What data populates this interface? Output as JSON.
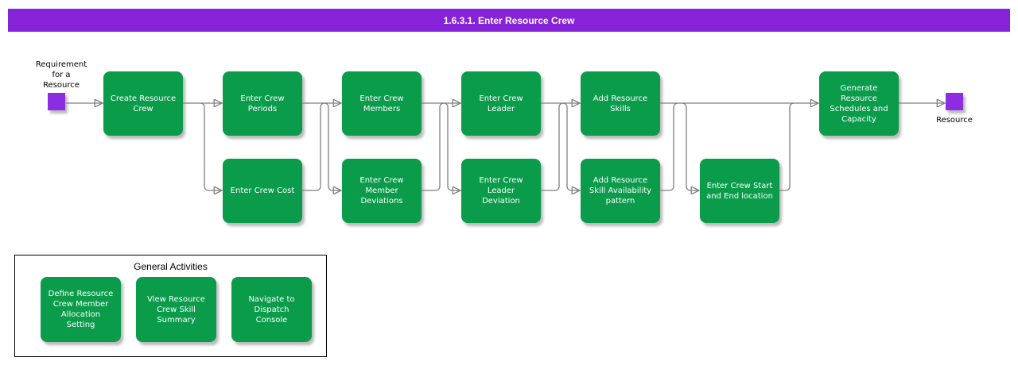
{
  "title_bar": {
    "title": "1.6.3.1. Enter Resource Crew"
  },
  "flow": {
    "start": {
      "label": "Requirement\nfor a\nResource"
    },
    "end": {
      "label": "Resource"
    },
    "top_row": [
      {
        "label": "Create Resource\nCrew"
      },
      {
        "label": "Enter Crew\nPeriods"
      },
      {
        "label": "Enter Crew\nMembers"
      },
      {
        "label": "Enter Crew\nLeader"
      },
      {
        "label": "Add Resource\nSkills"
      },
      {
        "label": "Generate\nResource\nSchedules and\nCapacity"
      }
    ],
    "bottom_row": [
      {
        "label": "Enter Crew Cost"
      },
      {
        "label": "Enter Crew\nMember\nDeviations"
      },
      {
        "label": "Enter Crew\nLeader\nDeviation"
      },
      {
        "label": "Add Resource\nSkill Availability\npattern"
      },
      {
        "label": "Enter Crew Start\nand End location"
      }
    ]
  },
  "general_activities": {
    "title": "General Activities",
    "items": [
      {
        "label": "Define Resource\nCrew Member\nAllocation\nSetting"
      },
      {
        "label": "View Resource\nCrew Skill\nSummary"
      },
      {
        "label": "Navigate to\nDispatch\nConsole"
      }
    ]
  },
  "colors": {
    "title_bar_purple": "#8622d8",
    "event_purple": "#8b2de0",
    "process_green": "#0a9b4b",
    "connector_gray": "#7f7f7f",
    "text_on_green": "#ffffff"
  }
}
